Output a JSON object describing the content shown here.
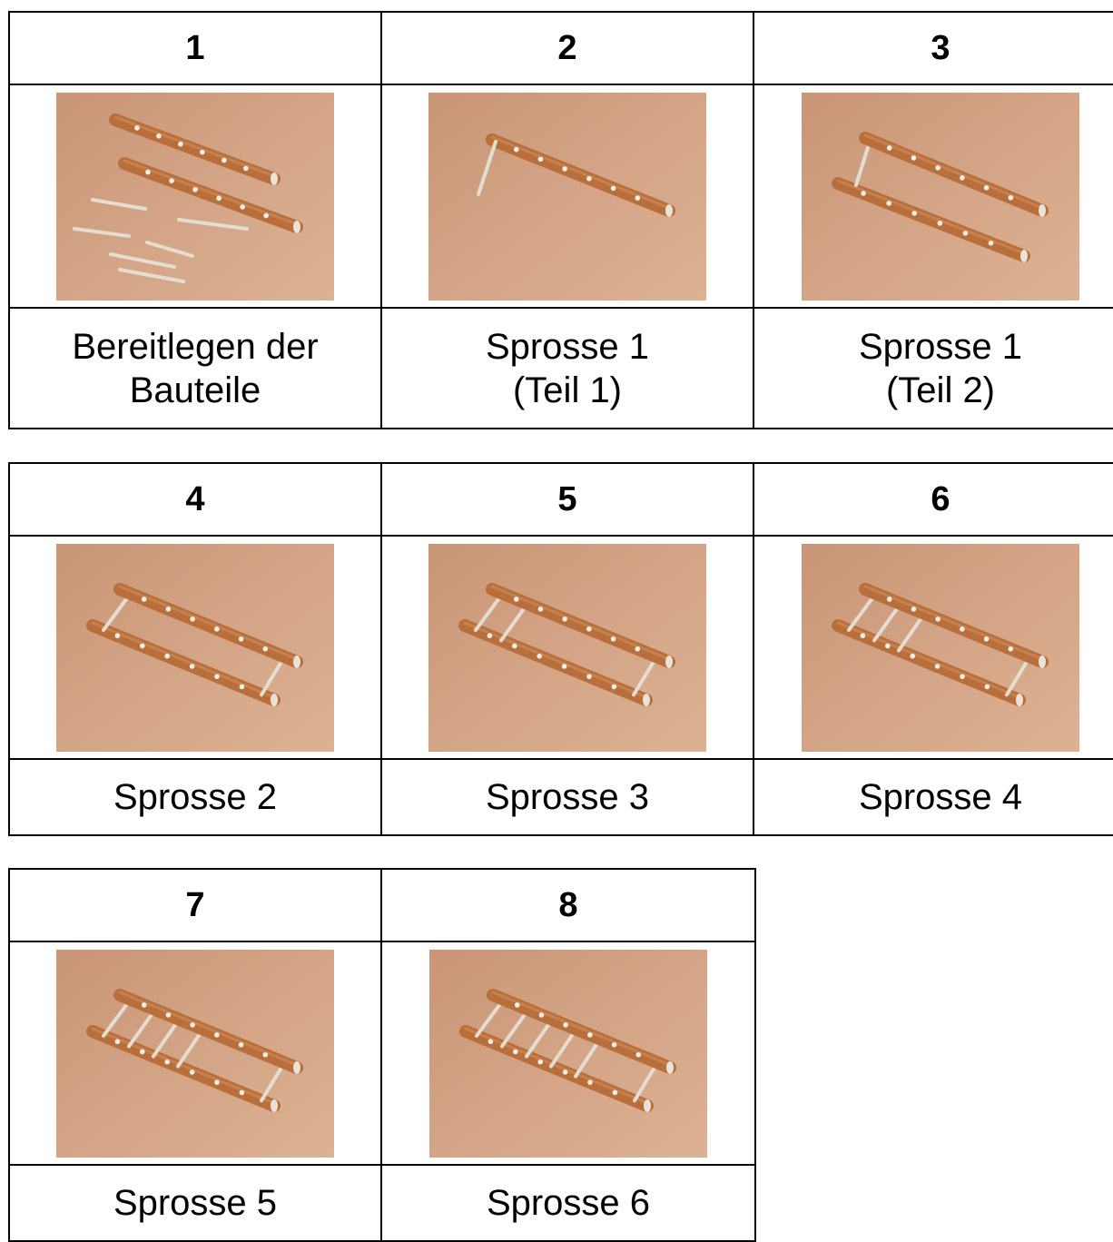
{
  "colors": {
    "table_surface": "#d8a788",
    "rail": "#b86f3c",
    "rung": "#e4ddd0"
  },
  "steps": [
    {
      "number": "1",
      "caption_lines": [
        "Bereitlegen der",
        "Bauteile"
      ],
      "photo_icon": "parts-laid-out-icon"
    },
    {
      "number": "2",
      "caption_lines": [
        "Sprosse 1",
        "(Teil 1)"
      ],
      "photo_icon": "rail-with-one-rung-icon"
    },
    {
      "number": "3",
      "caption_lines": [
        "Sprosse 1",
        "(Teil 2)"
      ],
      "photo_icon": "two-rails-one-rung-icon"
    },
    {
      "number": "4",
      "caption_lines": [
        "Sprosse 2"
      ],
      "photo_icon": "ladder-2-rungs-icon",
      "rungs": 2
    },
    {
      "number": "5",
      "caption_lines": [
        "Sprosse 3"
      ],
      "photo_icon": "ladder-3-rungs-icon",
      "rungs": 3
    },
    {
      "number": "6",
      "caption_lines": [
        "Sprosse 4"
      ],
      "photo_icon": "ladder-4-rungs-icon",
      "rungs": 4
    },
    {
      "number": "7",
      "caption_lines": [
        "Sprosse 5"
      ],
      "photo_icon": "ladder-5-rungs-icon",
      "rungs": 5
    },
    {
      "number": "8",
      "caption_lines": [
        "Sprosse 6"
      ],
      "photo_icon": "ladder-6-rungs-icon",
      "rungs": 6
    }
  ]
}
